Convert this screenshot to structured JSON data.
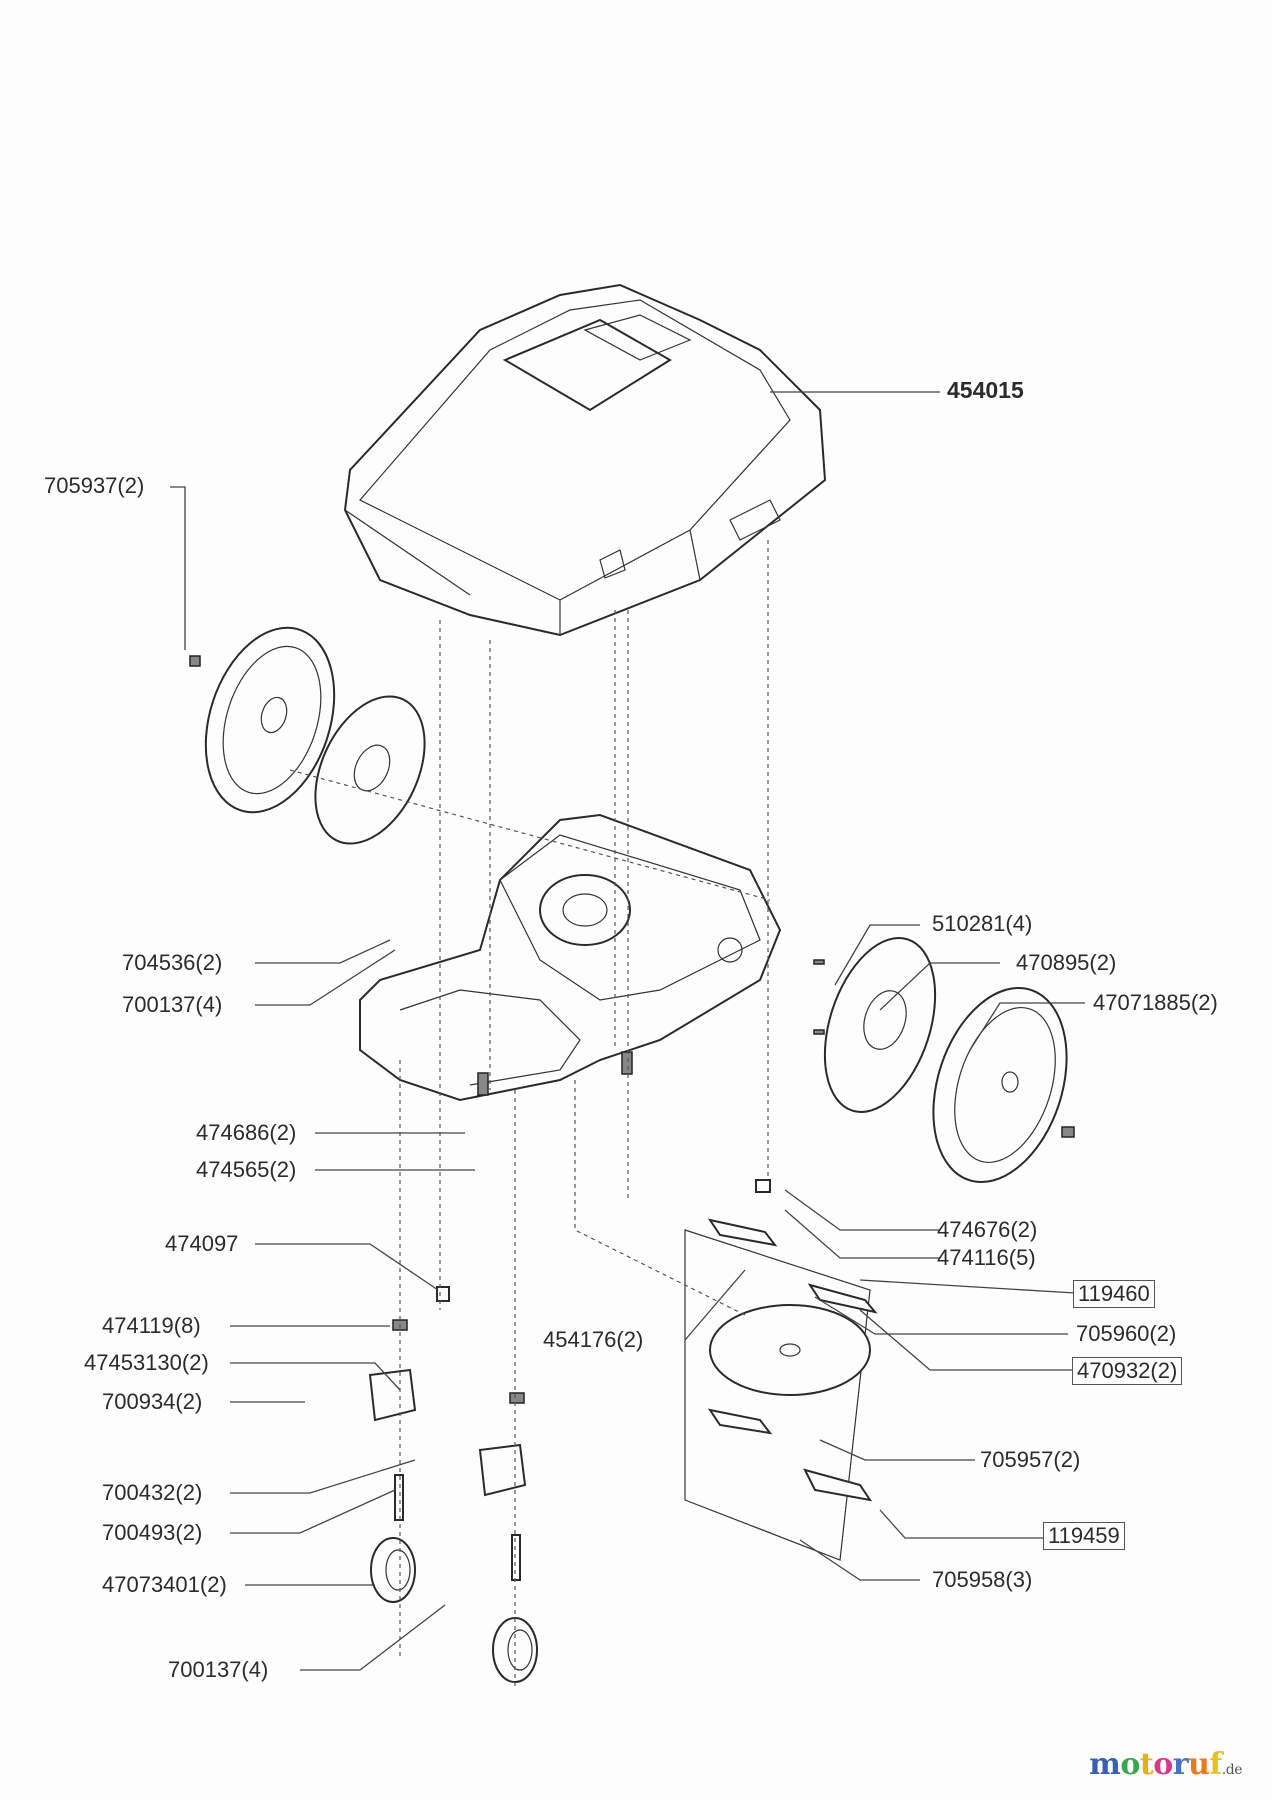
{
  "diagram": {
    "title": "Exploded parts diagram – robotic lawn mower",
    "parts": [
      {
        "id": "p454015",
        "label": "454015",
        "style": "bold"
      },
      {
        "id": "p705937",
        "label": "705937(2)",
        "style": "normal"
      },
      {
        "id": "p510281",
        "label": "510281(4)",
        "style": "normal"
      },
      {
        "id": "p470895",
        "label": "470895(2)",
        "style": "normal"
      },
      {
        "id": "p47071885",
        "label": "47071885(2)",
        "style": "normal"
      },
      {
        "id": "p704536",
        "label": "704536(2)",
        "style": "normal"
      },
      {
        "id": "p700137a",
        "label": "700137(4)",
        "style": "normal"
      },
      {
        "id": "p474686",
        "label": "474686(2)",
        "style": "normal"
      },
      {
        "id": "p474565",
        "label": "474565(2)",
        "style": "normal"
      },
      {
        "id": "p474097",
        "label": "474097",
        "style": "normal"
      },
      {
        "id": "p474676",
        "label": "474676(2)",
        "style": "normal"
      },
      {
        "id": "p474116",
        "label": "474116(5)",
        "style": "normal"
      },
      {
        "id": "p119460",
        "label": "119460",
        "style": "boxed"
      },
      {
        "id": "p454176",
        "label": "454176(2)",
        "style": "normal"
      },
      {
        "id": "p705960",
        "label": "705960(2)",
        "style": "normal"
      },
      {
        "id": "p474119",
        "label": "474119(8)",
        "style": "normal"
      },
      {
        "id": "p470932",
        "label": "470932(2)",
        "style": "boxed"
      },
      {
        "id": "p47453130",
        "label": "47453130(2)",
        "style": "normal"
      },
      {
        "id": "p700934",
        "label": "700934(2)",
        "style": "normal"
      },
      {
        "id": "p705957",
        "label": "705957(2)",
        "style": "normal"
      },
      {
        "id": "p700432",
        "label": "700432(2)",
        "style": "normal"
      },
      {
        "id": "p119459",
        "label": "119459",
        "style": "boxed"
      },
      {
        "id": "p700493",
        "label": "700493(2)",
        "style": "normal"
      },
      {
        "id": "p705958",
        "label": "705958(3)",
        "style": "normal"
      },
      {
        "id": "p47073401",
        "label": "47073401(2)",
        "style": "normal"
      },
      {
        "id": "p700137b",
        "label": "700137(4)",
        "style": "normal"
      }
    ]
  },
  "watermark": {
    "letters": [
      "m",
      "o",
      "t",
      "o",
      "r",
      "u",
      "f"
    ],
    "colors": [
      "#3a5fb0",
      "#3aa84a",
      "#e0b020",
      "#d83a8a",
      "#4a70c0",
      "#e87a20",
      "#e8c020"
    ],
    "tld": ".de"
  }
}
